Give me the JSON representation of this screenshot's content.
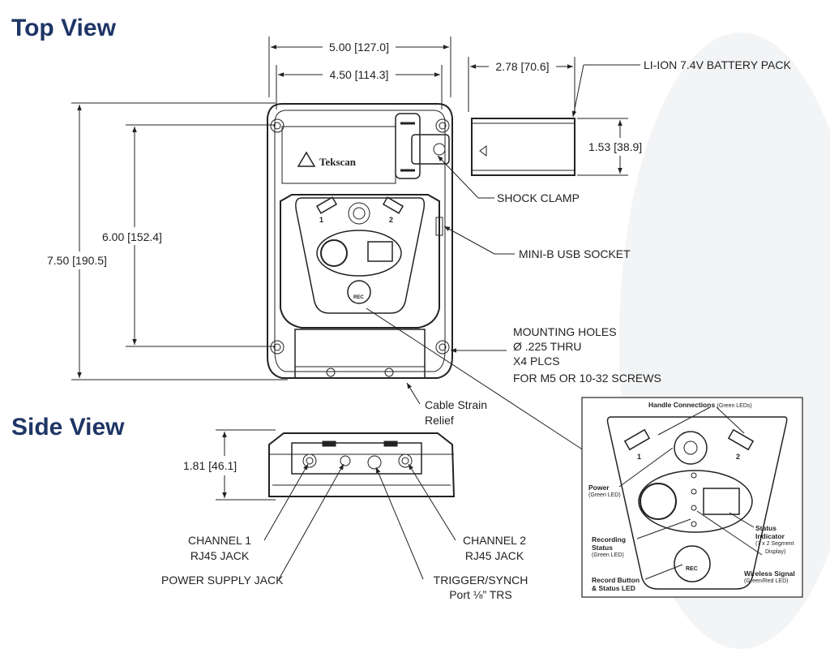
{
  "titles": {
    "top_view": "Top View",
    "side_view": "Side View"
  },
  "dimensions": {
    "overall_width": "5.00 [127.0]",
    "inner_width": "4.50 [114.3]",
    "battery_width": "2.78 [70.6]",
    "battery_height": "1.53 [38.9]",
    "hole_spacing": "6.00 [152.4]",
    "overall_height": "7.50 [190.5]",
    "side_height": "1.81 [46.1]"
  },
  "callouts": {
    "battery": "LI-ION 7.4V BATTERY PACK",
    "shock_clamp": "SHOCK CLAMP",
    "usb": "MINI-B USB SOCKET",
    "mounting_1": "MOUNTING HOLES",
    "mounting_2": "Ø .225 THRU",
    "mounting_3": "X4 PLCS",
    "mounting_4": "FOR M5 OR 10-32 SCREWS",
    "strain_1": "Cable Strain",
    "strain_2": "Relief",
    "ch1_1": "CHANNEL 1",
    "ch1_2": "RJ45 JACK",
    "ch2_1": "CHANNEL 2",
    "ch2_2": "RJ45 JACK",
    "power_jack": "POWER SUPPLY JACK",
    "trigger_1": "TRIGGER/SYNCH",
    "trigger_2": "Port ⅛” TRS"
  },
  "device": {
    "brand": "Tekscan",
    "port_1": "1",
    "port_2": "2",
    "rec": "REC"
  },
  "inset": {
    "handle_title": "Handle Connections",
    "handle_sub": "(Green LEDs)",
    "power": "Power",
    "power_sub": "(Green LED)",
    "recording": "Recording",
    "recording_2": "Status",
    "recording_sub": "(Green LED)",
    "record_button": "Record Button",
    "record_button_2": "& Status LED",
    "status": "Status",
    "status_2": "Indicator",
    "status_sub": "(7 x 2 Segment",
    "status_sub2": "Display)",
    "wireless": "Wireless Signal",
    "wireless_sub": "(Green/Red LED)",
    "port_1": "1",
    "port_2": "2",
    "rec": "REC"
  },
  "colors": {
    "title": "#1f3566",
    "line": "#222222",
    "body_fill": "#ffffff"
  }
}
